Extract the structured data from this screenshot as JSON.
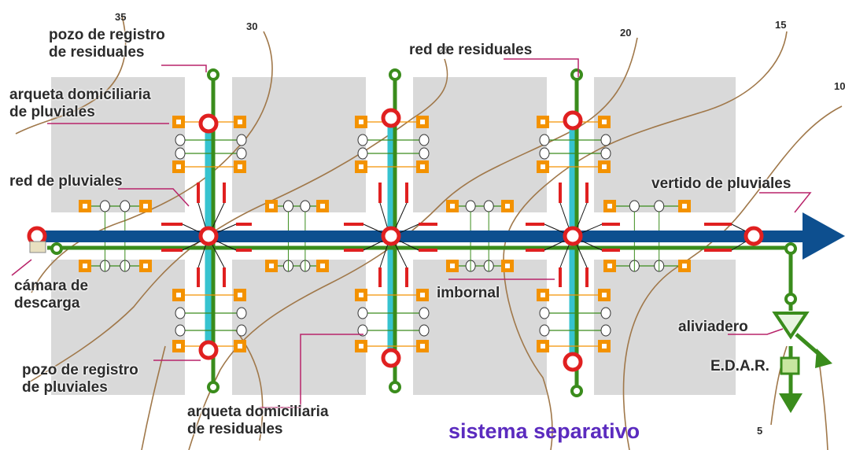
{
  "colors": {
    "block": "#d9d9d9",
    "pluvial_main": "#0d4f8f",
    "residual": "#3a8c1c",
    "cyan": "#36c3cf",
    "manhole_red": "#e02020",
    "arqueta_orange": "#f39200",
    "contour": "#a0784a",
    "leader": "#b8246a",
    "title": "#5b2bbf"
  },
  "labels": {
    "pozo_residuales": "pozo de registro\nde residuales",
    "arqueta_pluviales": "arqueta domiciliaria\nde pluviales",
    "red_pluviales": "red de pluviales",
    "camara_descarga": "cámara de\ndescarga",
    "pozo_pluviales": "pozo de registro\nde pluviales",
    "arqueta_residuales": "arqueta domiciliaria\nde residuales",
    "red_residuales": "red de residuales",
    "imbornal": "imbornal",
    "vertido_pluviales": "vertido de pluviales",
    "aliviadero": "aliviadero",
    "edar": "E.D.A.R.",
    "title": "sistema separativo"
  },
  "contour_labels": [
    "35",
    "30",
    "25",
    "20",
    "15",
    "10",
    "5"
  ]
}
